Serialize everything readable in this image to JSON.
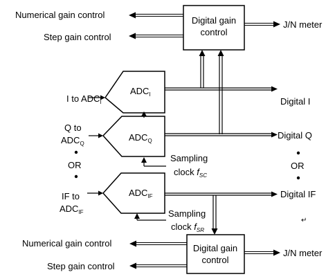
{
  "top": {
    "numerical_gain": "Numerical gain control",
    "step_gain": "Step gain control",
    "gain_box_line1": "Digital gain",
    "gain_box_line2": "control",
    "jn_meter": "J/N meter"
  },
  "adc_i": {
    "input_label": "I to ADC",
    "input_sub": "I",
    "main": "ADC",
    "sub": "I",
    "output": "Digital I"
  },
  "adc_q": {
    "input_line1": "Q to",
    "input_line2": "ADC",
    "input_sub": "Q",
    "main": "ADC",
    "sub": "Q",
    "output": "Digital Q"
  },
  "or_left": "OR",
  "or_right": "OR",
  "sampling_sc": {
    "line1": "Sampling",
    "line2": "clock ",
    "f": "f",
    "sub": "SC"
  },
  "adc_if": {
    "input_line1": "IF to",
    "input_line2": "ADC",
    "input_sub": "IF",
    "main": "ADC",
    "sub": "IF",
    "output": "Digital IF"
  },
  "sampling_sr": {
    "line1": "Sampling",
    "line2": "clock ",
    "f": "f",
    "sub": "SR"
  },
  "return_mark": "↵",
  "bottom": {
    "numerical_gain": "Numerical gain control",
    "step_gain": "Step gain control",
    "gain_box_line1": "Digital gain",
    "gain_box_line2": "control",
    "jn_meter": "J/N meter"
  }
}
